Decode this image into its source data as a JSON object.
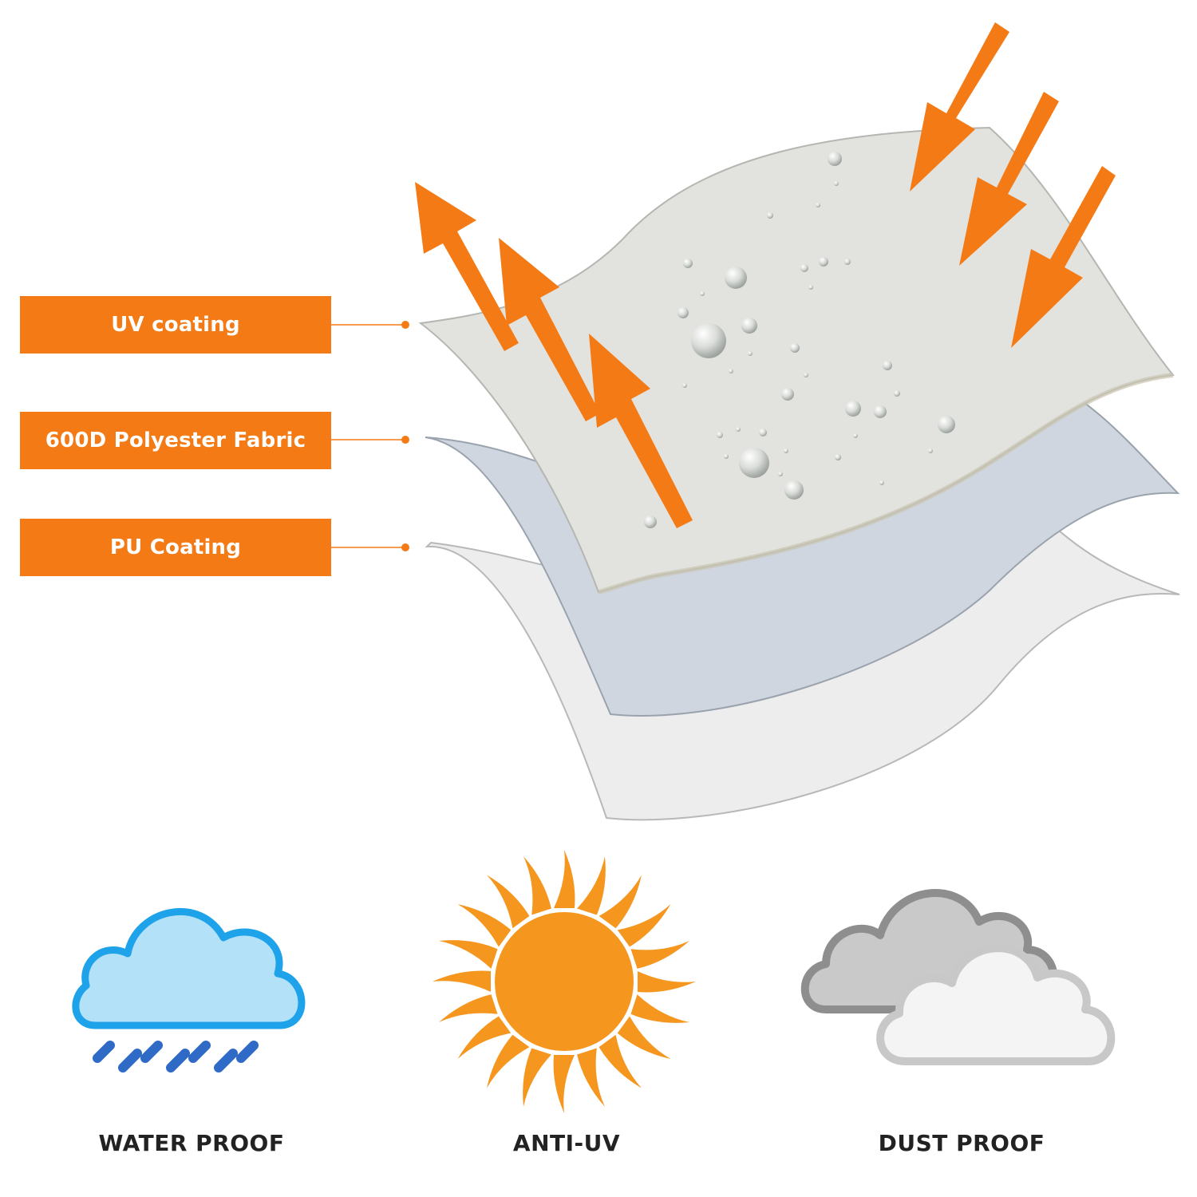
{
  "colors": {
    "accent": "#f47a15",
    "layer_top": "#e2e3df",
    "layer_middle": "#cfd6df",
    "layer_bottom": "#ececec",
    "water_cloud": "#b3e1f8",
    "water_cloud_outline": "#1ea2ea",
    "rain": "#2f6bc6",
    "sun": "#f5961f",
    "dust_cloud_back": "#c9c9c9",
    "dust_cloud_back_outline": "#8e8e8e",
    "dust_cloud_front": "#f4f4f4",
    "dust_cloud_front_outline": "#c8c8c8",
    "feature_text": "#222222"
  },
  "layers": [
    {
      "label": "UV coating"
    },
    {
      "label": "600D Polyester Fabric"
    },
    {
      "label": "PU Coating"
    }
  ],
  "features": [
    {
      "label": "WATER PROOF",
      "icon": "rain-cloud-icon"
    },
    {
      "label": "ANTI-UV",
      "icon": "sun-icon"
    },
    {
      "label": "DUST PROOF",
      "icon": "double-cloud-icon"
    }
  ]
}
